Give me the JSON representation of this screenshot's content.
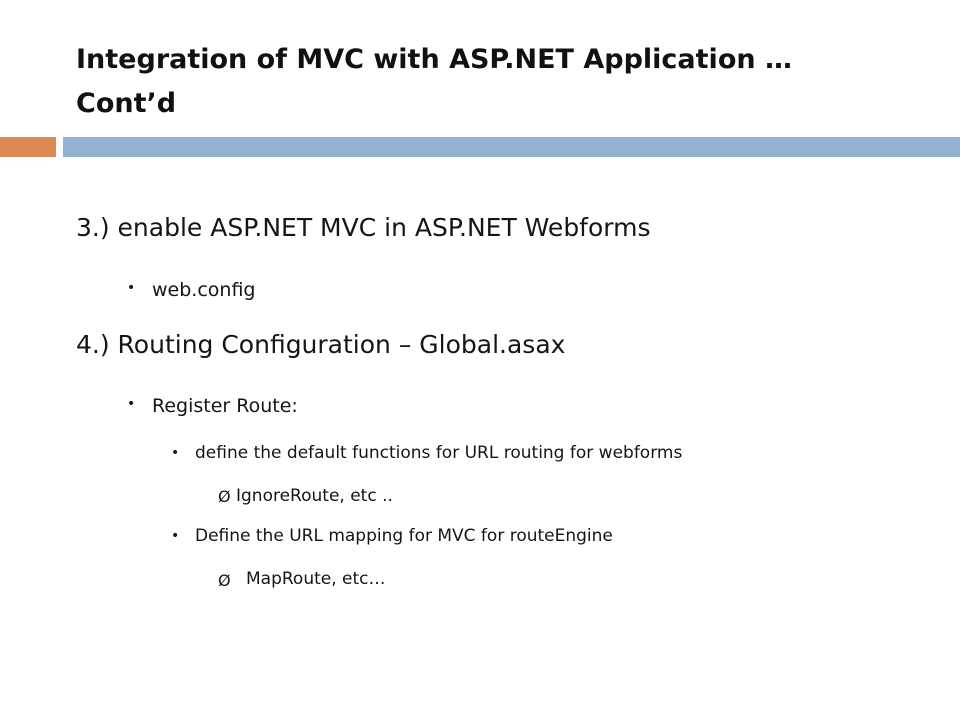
{
  "slide": {
    "title_line1": "Integration of MVC with ASP.NET Application …",
    "title_line2": "Cont’d",
    "items": [
      {
        "text": "3.) enable ASP.NET MVC in  ASP.NET Webforms"
      },
      {
        "text": "web.config",
        "bullet": "•"
      },
      {
        "text": "4.) Routing Configuration – Global.asax"
      },
      {
        "text": "Register Route:",
        "bullet": "•"
      },
      {
        "text": "define the default functions for URL routing for webforms",
        "bullet": "•"
      },
      {
        "text": "IgnoreRoute, etc ..",
        "bullet": "Ø"
      },
      {
        "text": "Define the URL mapping for MVC for routeEngine",
        "bullet": "•"
      },
      {
        "text": "MapRoute, etc…",
        "bullet": "Ø"
      }
    ]
  },
  "colors": {
    "accent_orange": "#dc8a52",
    "accent_blue": "#93b2d1"
  }
}
